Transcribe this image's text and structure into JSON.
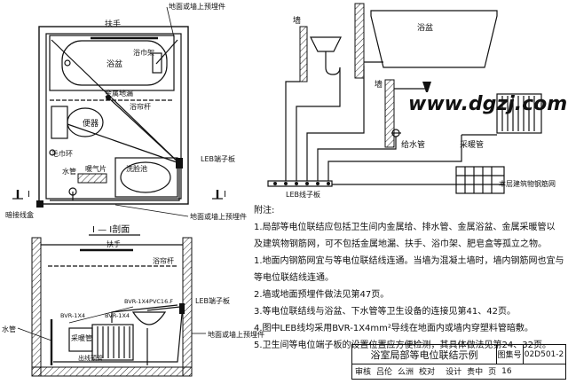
{
  "plan": {
    "label_handrail": "扶手",
    "label_floor_wall_top": "地面或墙上预埋件",
    "label_bathtub": "浴盆",
    "label_towel_rack": "浴巾架",
    "label_floor_drain": "金属地漏",
    "label_curtain_rod": "浴帘杆",
    "label_toilet": "便器",
    "label_towel_ring": "毛巾环",
    "label_water_pipe": "水管",
    "label_radiator": "暖气片",
    "label_washbasin": "洗脸池",
    "label_leb": "LEB端子板",
    "label_hidden_box": "暗接线盒",
    "label_floor_wall_bottom": "地面或墙上预埋件",
    "section_mark": "I",
    "section_title": "I — I剖面"
  },
  "section": {
    "label_handrail": "扶手",
    "label_curtain_rod": "浴帘杆",
    "label_leb": "LEB端子板",
    "label_bvr_pvc": "BVR-1X4PVC16.F",
    "label_bvr1": "BVR-1X4",
    "label_bvr2": "BVR-1X4",
    "label_heat_pipe": "采暖管",
    "label_out_pipe": "出线预管",
    "label_water_pipe": "水管",
    "label_floor_wall": "地面或墙上预埋件"
  },
  "detail": {
    "label_wall1": "墙",
    "label_wall2": "墙",
    "label_bathtub": "浴盆",
    "label_supply": "给水管",
    "label_heating": "采暖管",
    "label_rebar": "本层建筑物钢筋网",
    "label_leb": "LEB线子板",
    "watermark": "www.dgzj.com"
  },
  "notes": {
    "heading": "附注:",
    "line1": "1.局部等电位联结应包括卫生间内金属给、排水管、金属浴盆、金属采暖管以",
    "line2": "及建筑物钢筋网，可不包括金属地漏、扶手、浴巾架、肥皂盒等孤立之物。",
    "line3": "1.地面内钢筋网宜与等电位联结线连通。当墙为混凝土墙时，墙内钢筋网也宜与",
    "line4": "等电位联结线连通。",
    "line5": "2.墙或地面预埋件做法见第47页。",
    "line6": "3.等电位联结线与浴盆、下水管等卫生设备的连接见第41、42页。",
    "line7": "4.图中LEB线均采用BVR-1X4mm²导线在地面内或墙内穿塑料管暗敷。",
    "line8": "5.卫生间等电位端子板的设置位置应方便检测，其具体做法见第24、32页。"
  },
  "titleblock": {
    "title": "浴室局部等电位联结示例",
    "atlas_label": "图集号",
    "atlas_no": "02D501-2",
    "row2": [
      "审核",
      "吕伦",
      "么洲",
      "校对",
      "",
      "设计",
      "贵中",
      "页",
      "16"
    ]
  }
}
